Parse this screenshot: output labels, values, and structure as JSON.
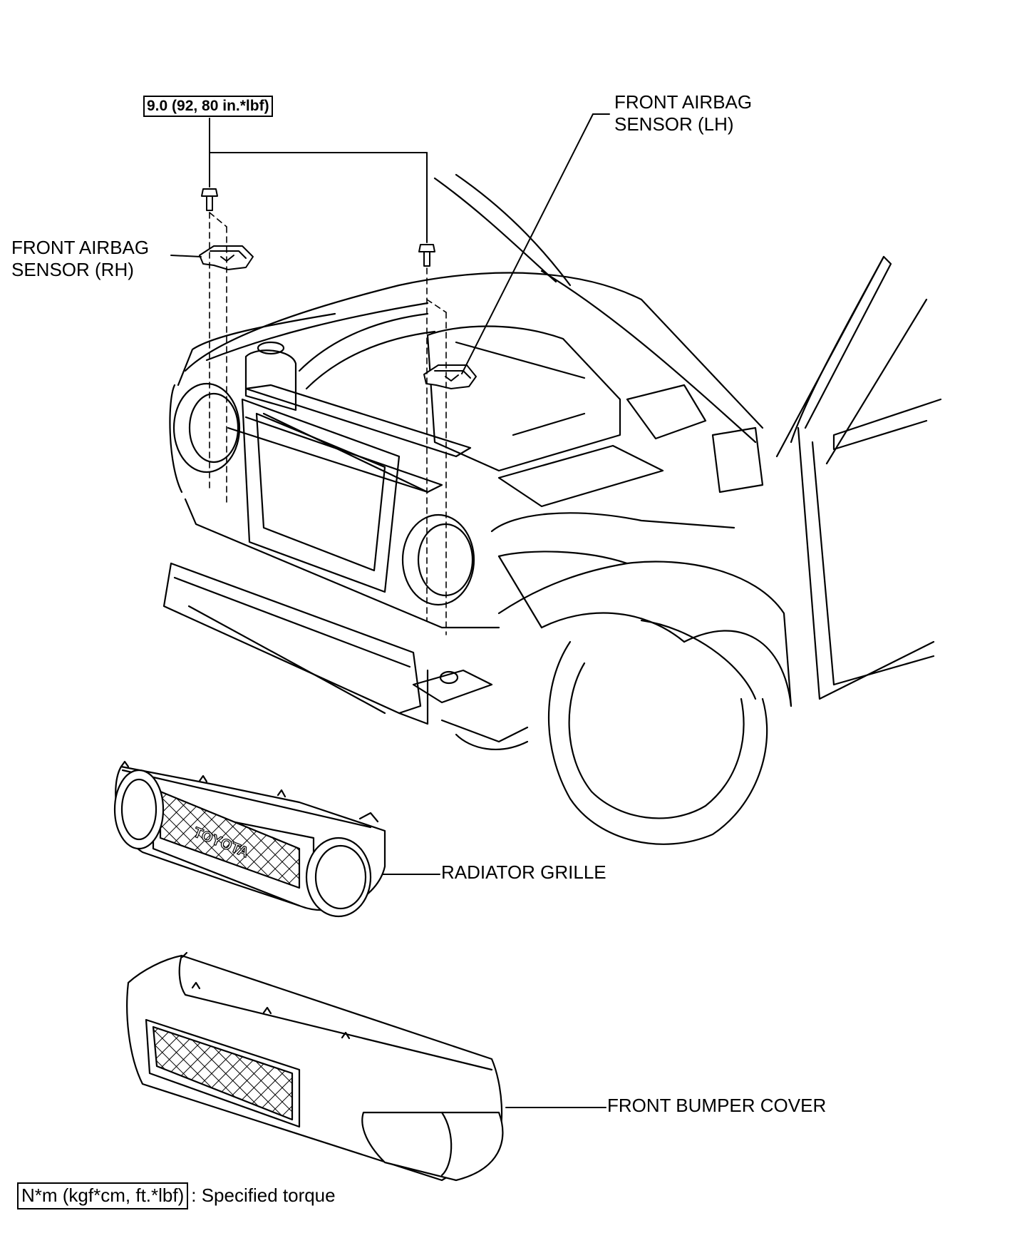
{
  "labels": {
    "torque_spec": "9.0 (92, 80 in.*lbf)",
    "sensor_lh": "FRONT AIRBAG\nSENSOR (LH)",
    "sensor_rh": "FRONT AIRBAG\nSENSOR (RH)",
    "radiator_grille": "RADIATOR GRILLE",
    "front_bumper_cover": "FRONT BUMPER COVER",
    "grille_logo": "TOYOTA"
  },
  "legend": {
    "unit_box": "N*m (kgf*cm, ft.*lbf)",
    "description": ": Specified torque"
  }
}
